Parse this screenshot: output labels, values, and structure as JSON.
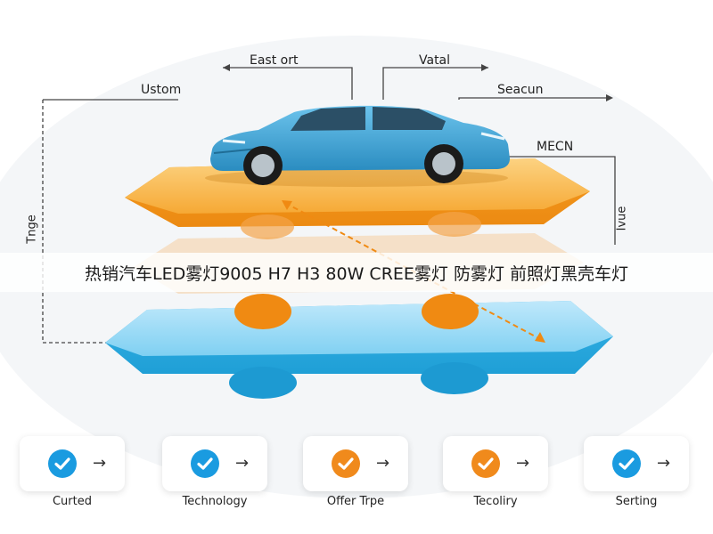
{
  "title_banner": "热销汽车LED雾灯9005 H7 H3 80W CREE雾灯 防雾灯 前照灯黑壳车灯",
  "callouts": {
    "east_ort": "East ort",
    "vatal": "Vatal",
    "ustom": "Ustom",
    "seacun": "Seacun",
    "mecn": "MECN",
    "left_vertical": "Tnge",
    "right_vertical": "Ivue"
  },
  "features": [
    {
      "label": "Curted",
      "color": "#1a9be0"
    },
    {
      "label": "Technology",
      "color": "#1a9be0"
    },
    {
      "label": "Offer Trpe",
      "color": "#f08a1c"
    },
    {
      "label": "Tecoliry",
      "color": "#f08a1c"
    },
    {
      "label": "Serting",
      "color": "#1a9be0"
    }
  ],
  "colors": {
    "orange_platform": "#f7a531",
    "blue_platform": "#5cc3ee",
    "car_body": "#3aa6d8"
  }
}
